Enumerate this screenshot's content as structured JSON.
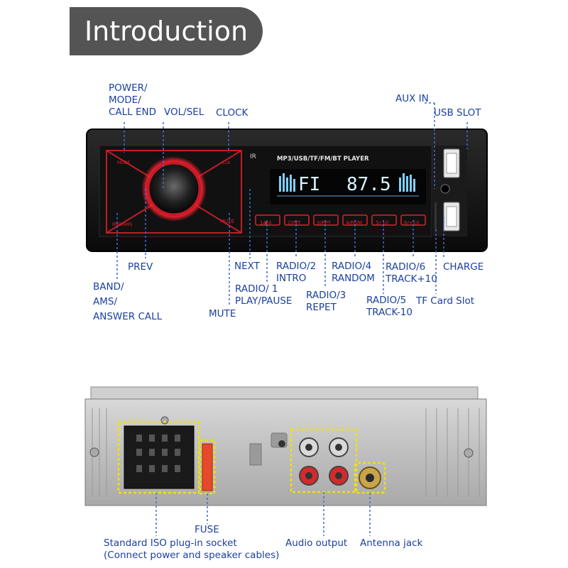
{
  "title": "Introduction",
  "front_panel": {
    "ir": "IR",
    "player_label": "MP3/USB/TF/FM/BT  PLAYER",
    "display_band": "FI",
    "display_freq": "87.5",
    "mode_button": "MODE",
    "clock_button": "CLK",
    "band_button": "BND/AMS",
    "mute_button": "MUTE",
    "preset_buttons": [
      "1/▶II",
      "2/INT",
      "3/RPT",
      "4/RDM",
      "5/-10",
      "6/+10"
    ]
  },
  "front_labels": {
    "power": [
      "POWER/",
      "MODE/",
      "CALL END"
    ],
    "vol_sel": "VOL/SEL",
    "clock": "CLOCK",
    "aux_in": "AUX IN",
    "usb_slot": "USB SLOT",
    "prev": "PREV",
    "band": [
      "BAND/",
      "AMS/",
      "ANSWER CALL"
    ],
    "mute": "MUTE",
    "next": "NEXT",
    "radio1": [
      "RADIO/ 1",
      "PLAY/PAUSE"
    ],
    "radio2": [
      "RADIO/2",
      "INTRO"
    ],
    "radio3": [
      "RADIO/3",
      "REPET"
    ],
    "radio4": [
      "RADIO/4",
      "RANDOM"
    ],
    "radio5": [
      "RADIO/5",
      "TRACK-10"
    ],
    "radio6": [
      "RADIO/6",
      "TRACK+10"
    ],
    "charge": "CHARGE",
    "tf_card": "TF Card Slot"
  },
  "back_labels": {
    "iso": [
      "Standard ISO plug-in socket",
      "(Connect power and speaker cables)"
    ],
    "fuse": "FUSE",
    "audio": "Audio output",
    "antenna": "Antenna jack"
  },
  "colors": {
    "label_blue": "#1a3fa0",
    "leader_blue": "#3b6fd4",
    "button_red": "#e0202a",
    "display_cyan": "#d8f4ff",
    "callout_yellow": "#f2e200"
  }
}
